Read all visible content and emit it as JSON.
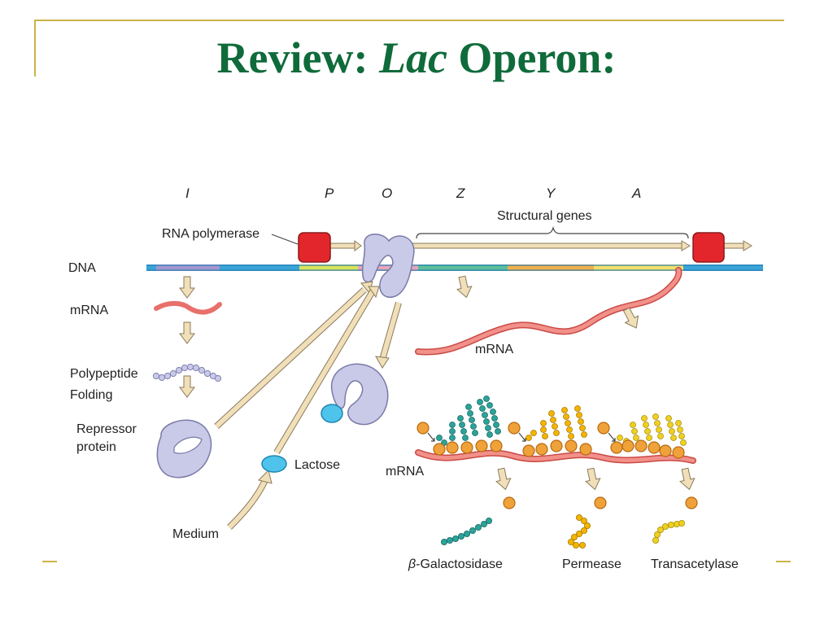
{
  "title": {
    "prefix": "Review: ",
    "italic": "Lac",
    "suffix": " Operon:"
  },
  "gene_letters": [
    "I",
    "P",
    "O",
    "Z",
    "Y",
    "A"
  ],
  "labels": {
    "structural_genes": "Structural genes",
    "rna_polymerase": "RNA polymerase",
    "dna": "DNA",
    "mrna_left": "mRNA",
    "polypeptide": "Polypeptide",
    "folding": "Folding",
    "repressor_1": "Repressor",
    "repressor_2": "protein",
    "lactose": "Lactose",
    "medium": "Medium",
    "mrna_right": "mRNA",
    "mrna_ribosome": "mRNA",
    "beta_symbol": "β",
    "galactosidase": "-Galactosidase",
    "permease": "Permease",
    "transacetylase": "Transacetylase"
  },
  "colors": {
    "title": "#0f6b3a",
    "frame": "#c9b44a",
    "dna_blue": "#3aa5d8",
    "dna_purple": "#a596cf",
    "mrna": "#e8706a",
    "rna_polymerase": "#e3262b",
    "repressor": "#c9c9e8",
    "lactose": "#4ec4ec",
    "ribosome": "#f0a23a",
    "galactosidase": "#2ba39a",
    "permease": "#f5b400",
    "transacetylase": "#f0d020",
    "arrow": "#f0dfb8"
  }
}
